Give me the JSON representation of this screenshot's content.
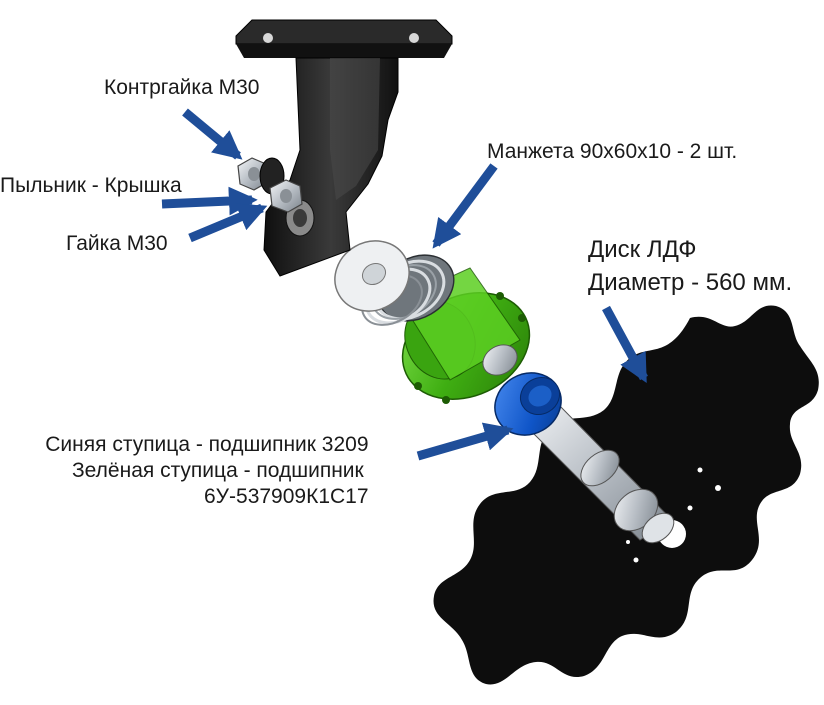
{
  "labels": {
    "counter_nut": "Контргайка М30",
    "dust_cover": "Пыльник - Крышка",
    "nut": "Гайка М30",
    "cuff": "Манжета 90x60x10 - 2 шт.",
    "disc_line1": "Диск ЛДФ",
    "disc_line2": "Диаметр - 560 мм.",
    "hub_line1": "Синяя ступица - подшипник 3209",
    "hub_line2": "Зелёная ступица - подшипник",
    "hub_line3": "6У-537909К1С17"
  },
  "colors": {
    "arrow": "#1f4e99",
    "disc": "#0d0d0d",
    "bracket": "#1c1c1c",
    "green_hub": "#4fc21a",
    "blue_hub": "#1565d8",
    "steel": "#c9ced3",
    "text": "#1a1a1a"
  },
  "icons": [
    "arrow-icon"
  ]
}
